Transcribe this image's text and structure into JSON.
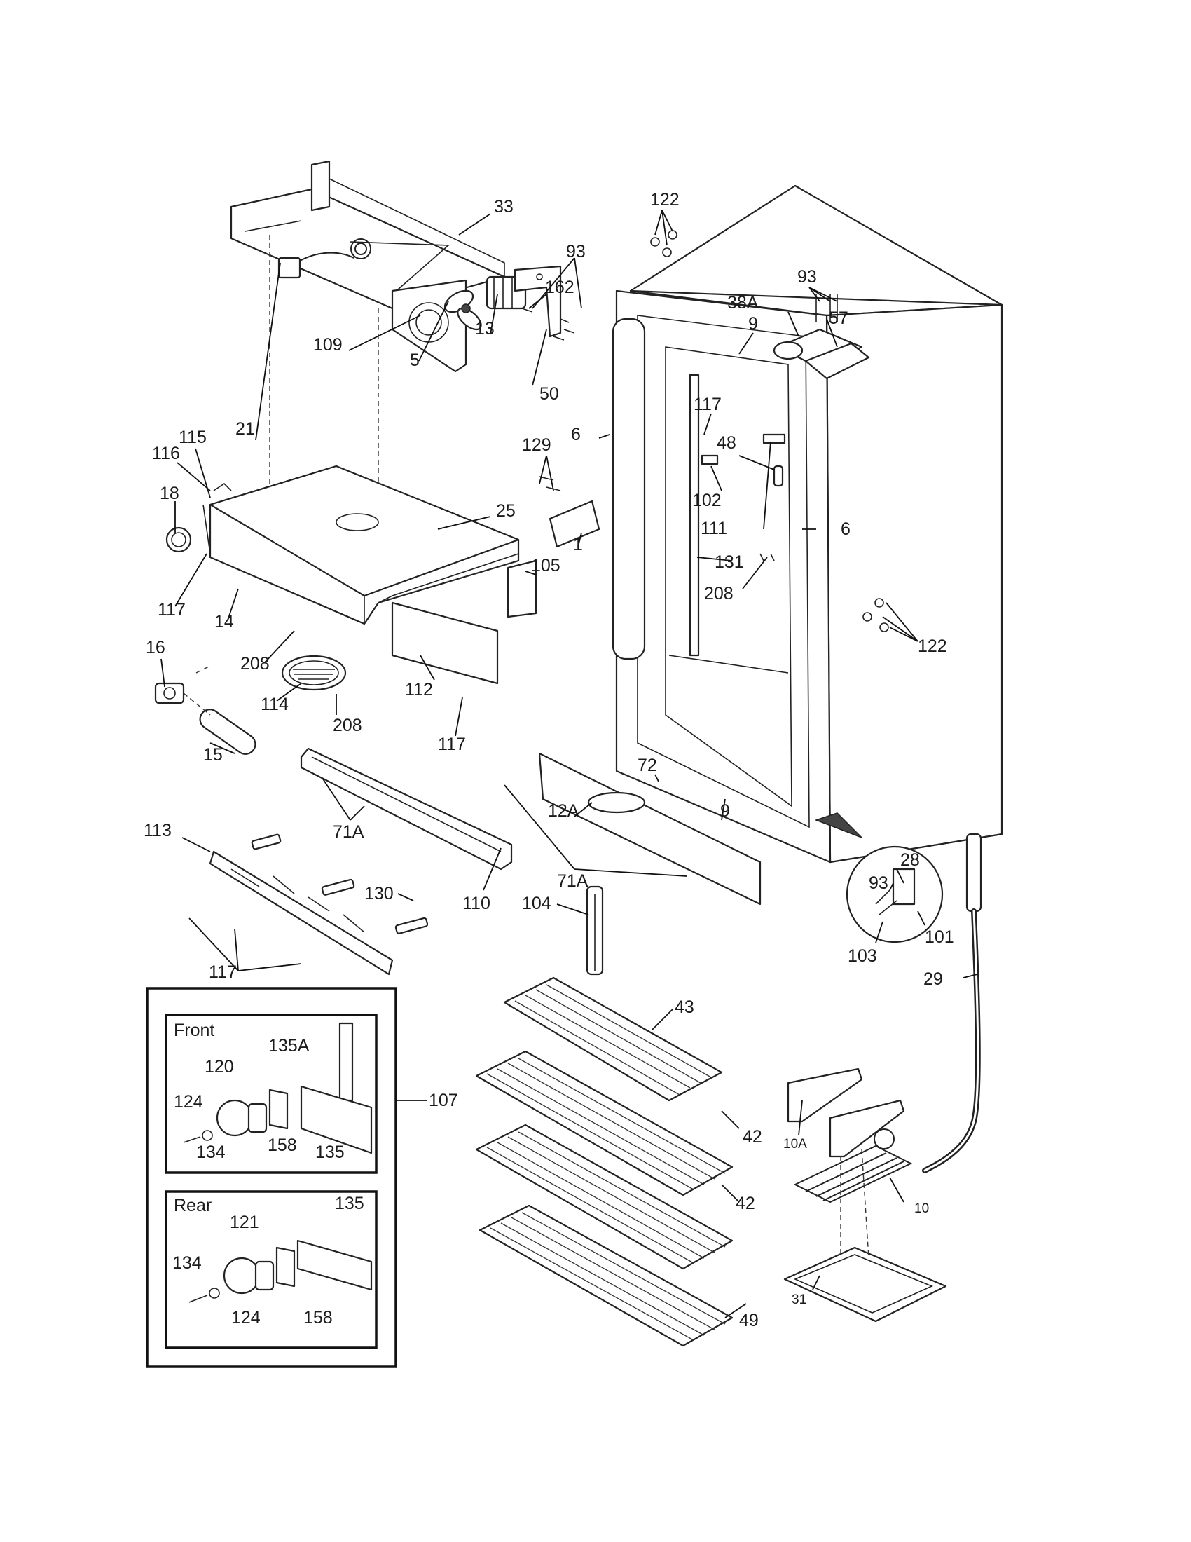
{
  "callouts": [
    {
      "id": "c-33",
      "text": "33"
    },
    {
      "id": "c-122a",
      "text": "122"
    },
    {
      "id": "c-93a",
      "text": "93"
    },
    {
      "id": "c-162",
      "text": "162"
    },
    {
      "id": "c-13",
      "text": "13"
    },
    {
      "id": "c-109",
      "text": "109"
    },
    {
      "id": "c-5",
      "text": "5"
    },
    {
      "id": "c-50",
      "text": "50"
    },
    {
      "id": "c-93b",
      "text": "93"
    },
    {
      "id": "c-38a",
      "text": "38A"
    },
    {
      "id": "c-57",
      "text": "57"
    },
    {
      "id": "c-9a",
      "text": "9"
    },
    {
      "id": "c-115",
      "text": "115"
    },
    {
      "id": "c-21",
      "text": "21"
    },
    {
      "id": "c-116",
      "text": "116"
    },
    {
      "id": "c-18",
      "text": "18"
    },
    {
      "id": "c-25",
      "text": "25"
    },
    {
      "id": "c-117a",
      "text": "117"
    },
    {
      "id": "c-14",
      "text": "14"
    },
    {
      "id": "c-105",
      "text": "105"
    },
    {
      "id": "c-6a",
      "text": "6"
    },
    {
      "id": "c-129",
      "text": "129"
    },
    {
      "id": "c-1",
      "text": "1"
    },
    {
      "id": "c-117b",
      "text": "117"
    },
    {
      "id": "c-48",
      "text": "48"
    },
    {
      "id": "c-102",
      "text": "102"
    },
    {
      "id": "c-111",
      "text": "111"
    },
    {
      "id": "c-6b",
      "text": "6"
    },
    {
      "id": "c-131",
      "text": "131"
    },
    {
      "id": "c-208a",
      "text": "208"
    },
    {
      "id": "c-122b",
      "text": "122"
    },
    {
      "id": "c-16",
      "text": "16"
    },
    {
      "id": "c-208b",
      "text": "208"
    },
    {
      "id": "c-114",
      "text": "114"
    },
    {
      "id": "c-208c",
      "text": "208"
    },
    {
      "id": "c-112",
      "text": "112"
    },
    {
      "id": "c-117c",
      "text": "117"
    },
    {
      "id": "c-15",
      "text": "15"
    },
    {
      "id": "c-72",
      "text": "72"
    },
    {
      "id": "c-9b",
      "text": "9"
    },
    {
      "id": "c-71a1",
      "text": "71A"
    },
    {
      "id": "c-113",
      "text": "113"
    },
    {
      "id": "c-12a",
      "text": "12A"
    },
    {
      "id": "c-71a2",
      "text": "71A"
    },
    {
      "id": "c-28",
      "text": "28"
    },
    {
      "id": "c-93c",
      "text": "93"
    },
    {
      "id": "c-130",
      "text": "130"
    },
    {
      "id": "c-110",
      "text": "110"
    },
    {
      "id": "c-104",
      "text": "104"
    },
    {
      "id": "c-101",
      "text": "101"
    },
    {
      "id": "c-103",
      "text": "103"
    },
    {
      "id": "c-117d",
      "text": "117"
    },
    {
      "id": "c-29",
      "text": "29"
    },
    {
      "id": "c-43",
      "text": "43"
    },
    {
      "id": "c-42a",
      "text": "42"
    },
    {
      "id": "c-42b",
      "text": "42"
    },
    {
      "id": "c-49",
      "text": "49"
    },
    {
      "id": "c-10a",
      "text": "10A"
    },
    {
      "id": "c-10",
      "text": "10"
    },
    {
      "id": "c-31",
      "text": "31"
    },
    {
      "id": "c-107",
      "text": "107"
    }
  ],
  "inset": {
    "front": {
      "title": "Front",
      "labels": [
        {
          "id": "f-135a",
          "text": "135A"
        },
        {
          "id": "f-120",
          "text": "120"
        },
        {
          "id": "f-124",
          "text": "124"
        },
        {
          "id": "f-134",
          "text": "134"
        },
        {
          "id": "f-158",
          "text": "158"
        },
        {
          "id": "f-135",
          "text": "135"
        }
      ]
    },
    "rear": {
      "title": "Rear",
      "labels": [
        {
          "id": "r-135",
          "text": "135"
        },
        {
          "id": "r-121",
          "text": "121"
        },
        {
          "id": "r-134",
          "text": "134"
        },
        {
          "id": "r-124",
          "text": "124"
        },
        {
          "id": "r-158",
          "text": "158"
        }
      ]
    }
  }
}
